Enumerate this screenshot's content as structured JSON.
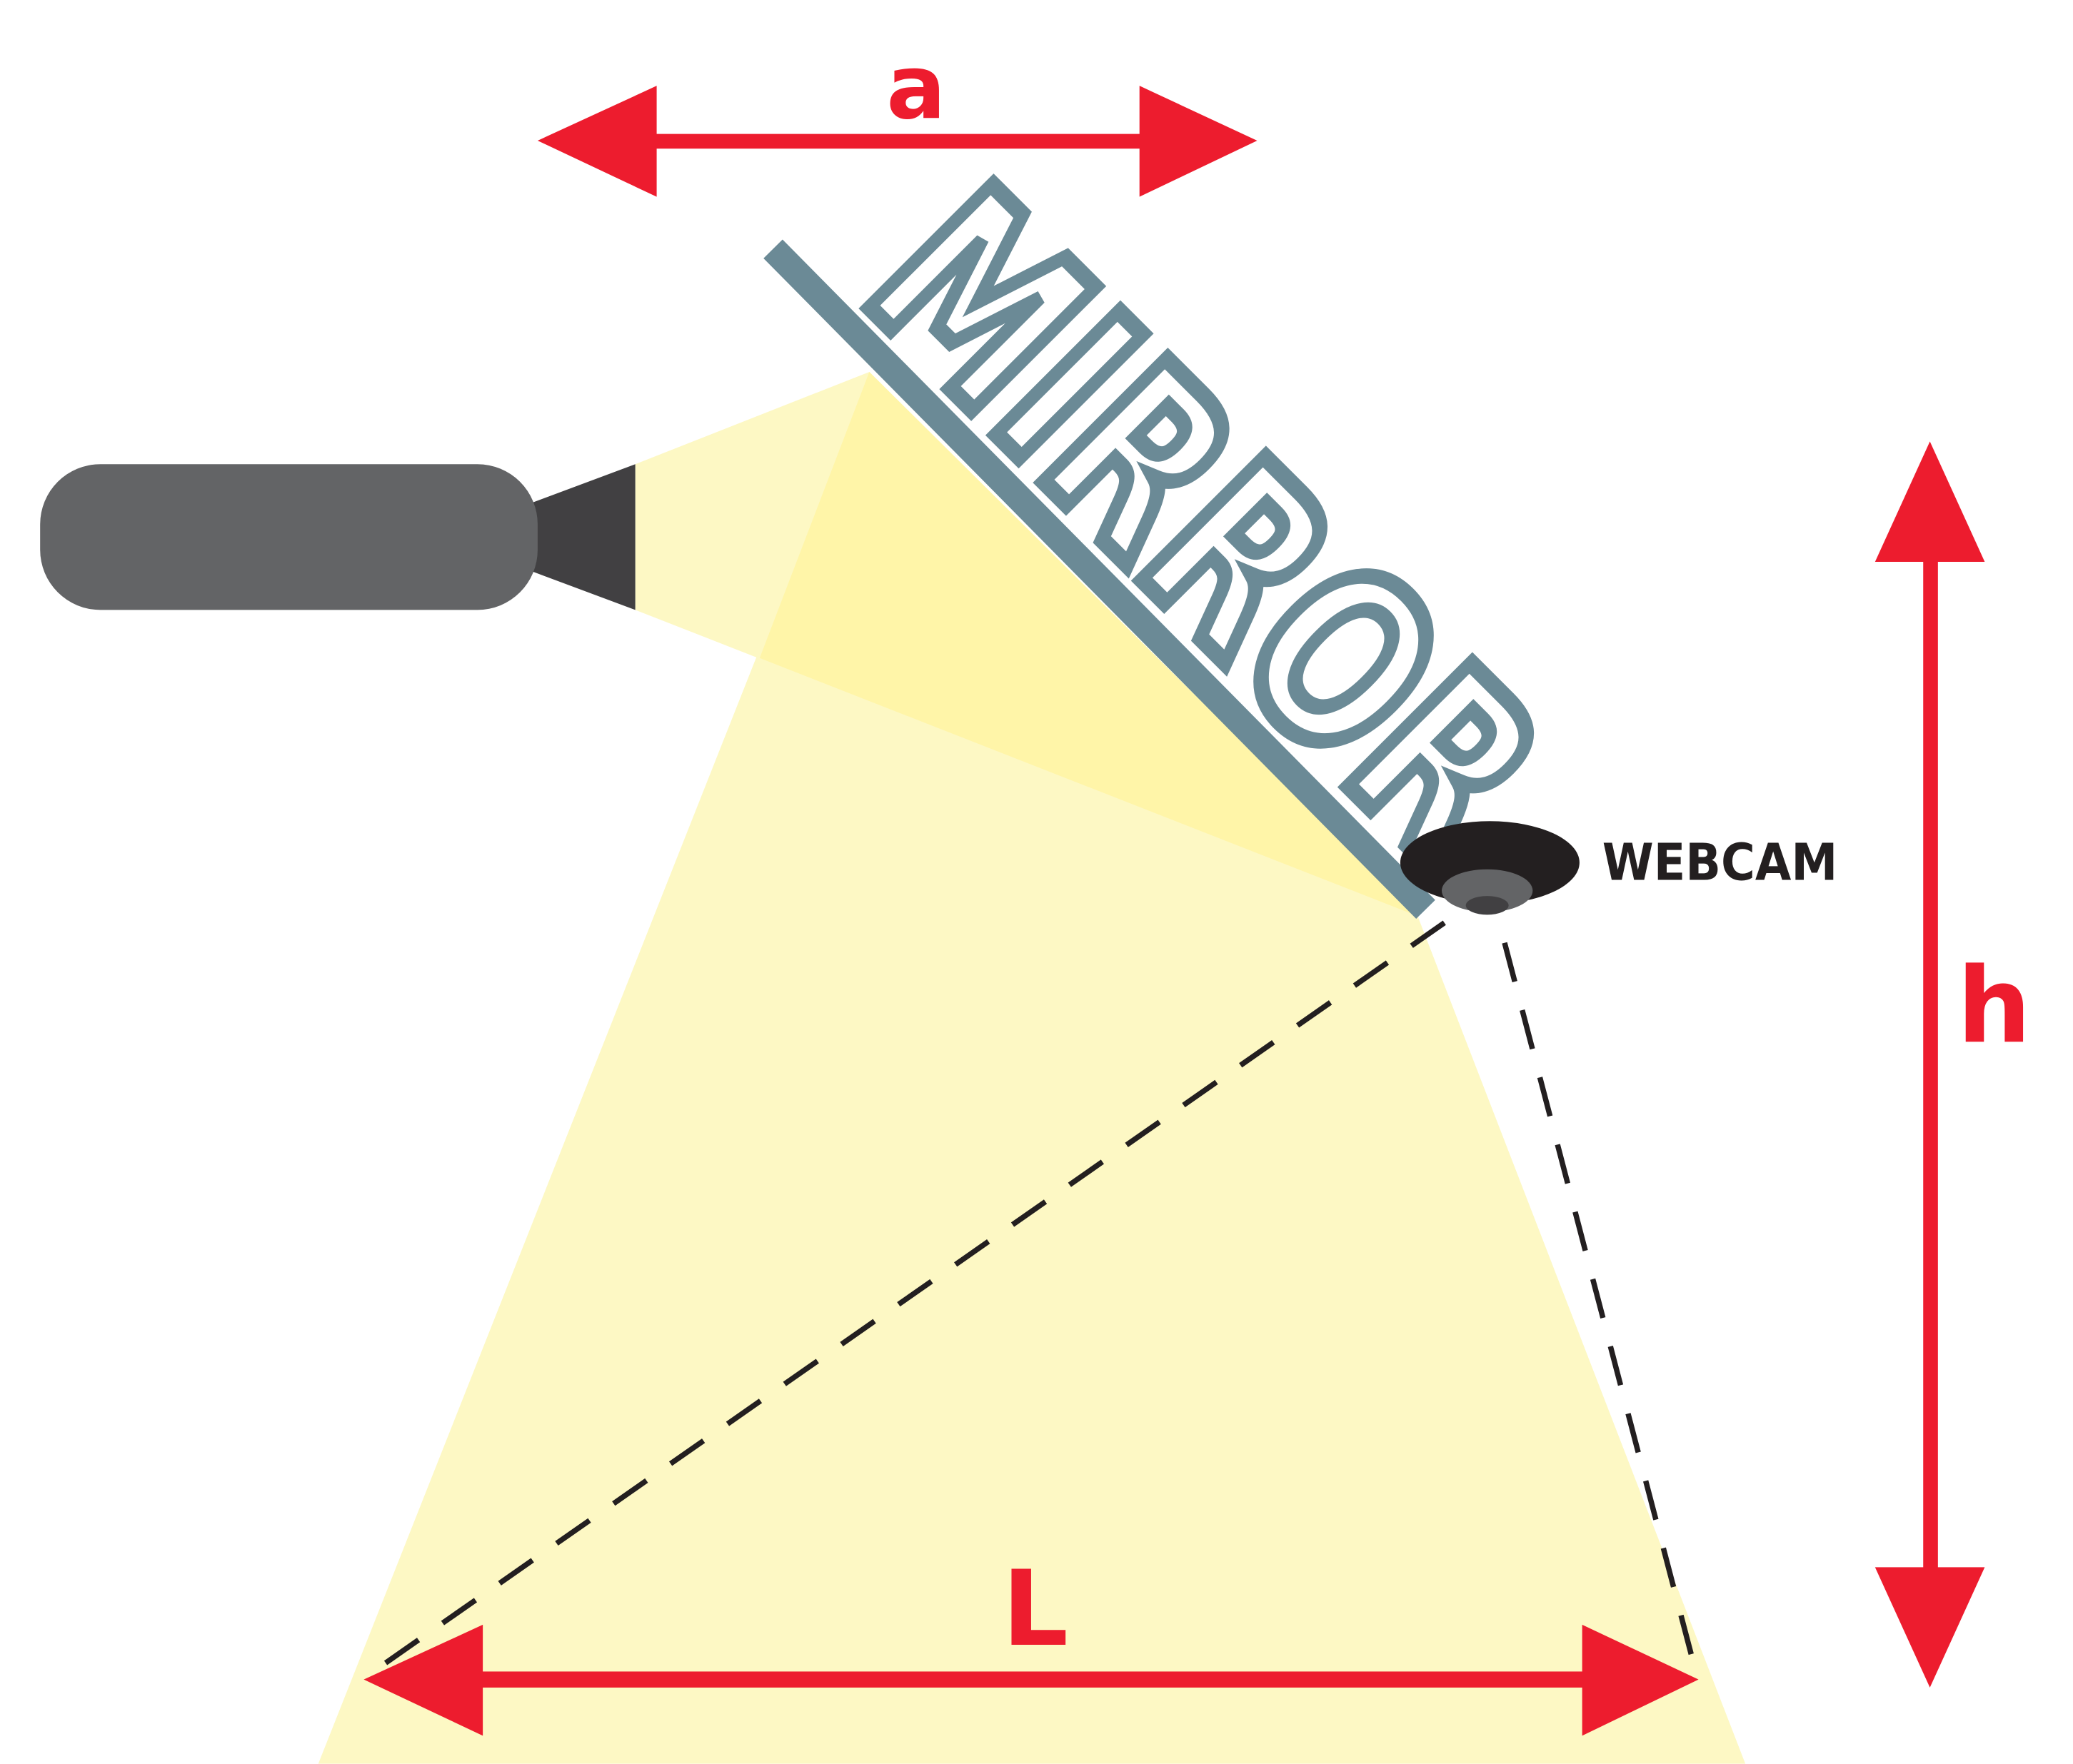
{
  "labels": {
    "mirror": "MIRROR",
    "webcam": "WEBCAM",
    "a": "a",
    "h": "h",
    "L": "L"
  },
  "colors": {
    "dimension_red": "#ed1c2e",
    "mirror_gray_blue": "#6b8a96",
    "flashlight_body": "#636466",
    "flashlight_head": "#414042",
    "webcam_dark": "#231f20",
    "light_beam": "#fdf8c4",
    "light_overlap": "#fff5a8"
  }
}
